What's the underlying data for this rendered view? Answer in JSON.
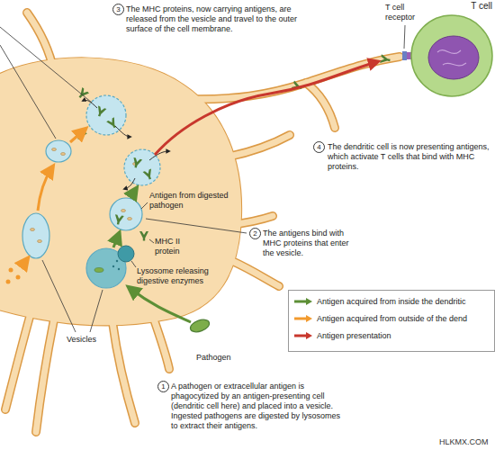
{
  "diagram": {
    "nodes": [
      {
        "text": [
          "T cell"
        ]
      }
    ],
    "labels": [
      "3",
      "The MHC proteins, now carrying antigens, are released from the vesicle and travel to the outer surface of the cell membrane.",
      "T cell receptor",
      "4",
      "The dendritic cell is now presenting antigens, which activate T cells that bind with MHC proteins.",
      "Antigen from digested pathogen",
      "2",
      "The antigens bind with MHC proteins that enter the vesicle.",
      "MHC II protein",
      "Lysosome releasing digestive enzymes",
      "Vesicles",
      "Pathogen",
      "1",
      "A pathogen or extracellular antigen is phagocytized by an antigen-presenting cell (dendritic cell here) and placed into a vesicle. Ingested pathogens are digested by lysosomes to extract their antigens.",
      "HLKMX.COM"
    ],
    "legend": [
      {
        "text": "Antigen acquired from inside the dendritic",
        "color": "#5d8f36"
      },
      {
        "text": "Antigen acquired from outside of the dend",
        "color": "#f29a2e"
      },
      {
        "text": "Antigen presentation",
        "color": "#c8372d"
      }
    ]
  }
}
